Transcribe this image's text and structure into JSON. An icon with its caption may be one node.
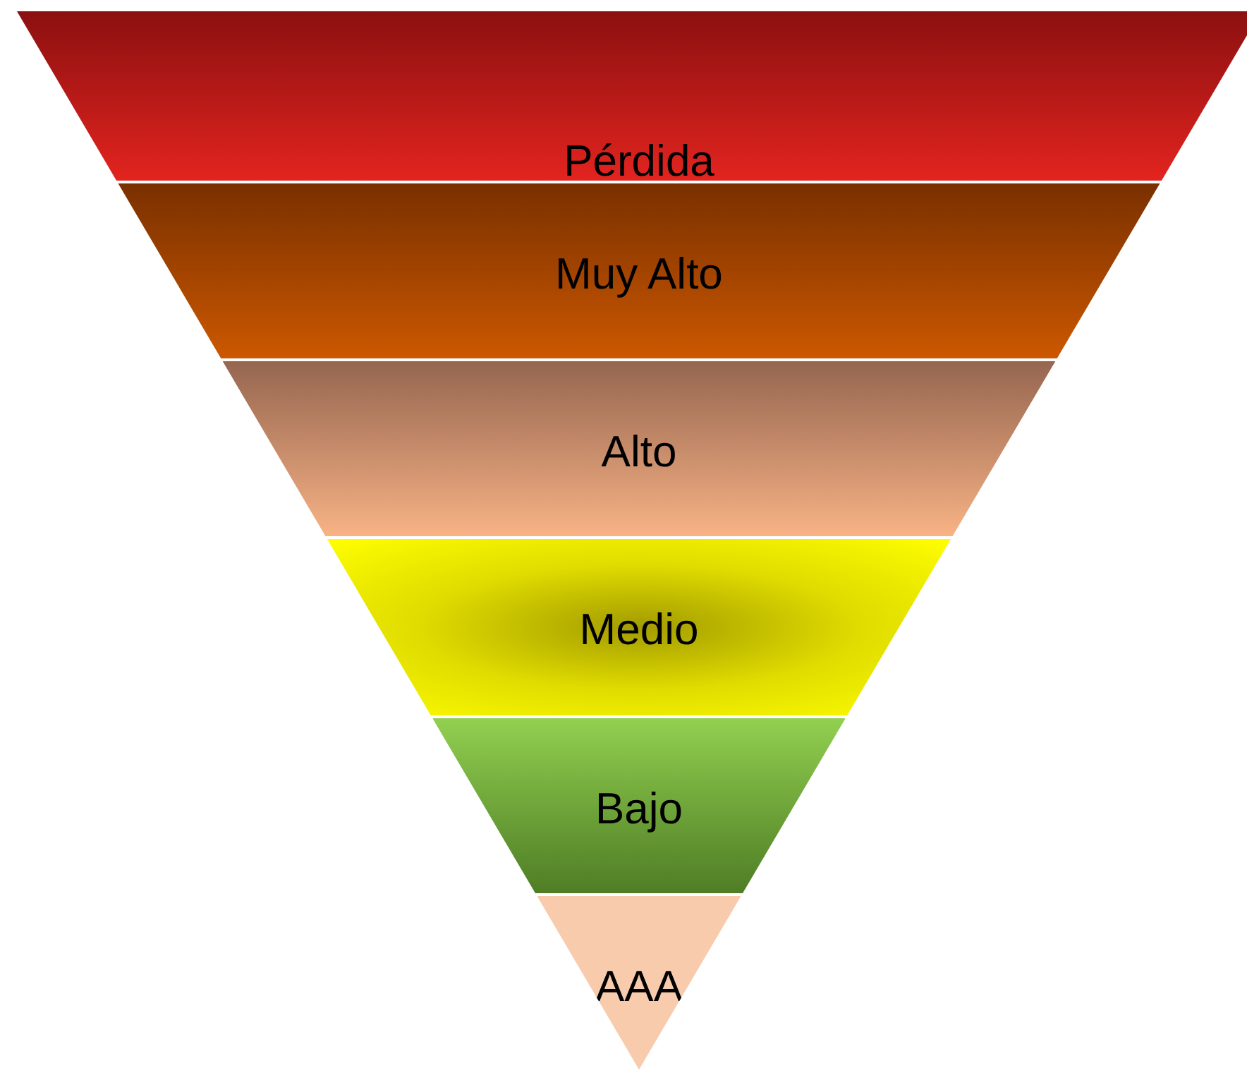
{
  "diagram": {
    "nodes": [
      {
        "text": [
          "Pérdida"
        ]
      },
      {
        "text": [
          "Muy Alto"
        ]
      },
      {
        "text": [
          "Alto"
        ]
      },
      {
        "text": [
          "Medio"
        ]
      },
      {
        "text": [
          "Bajo"
        ]
      },
      {
        "text": [
          "AAA"
        ]
      }
    ]
  }
}
